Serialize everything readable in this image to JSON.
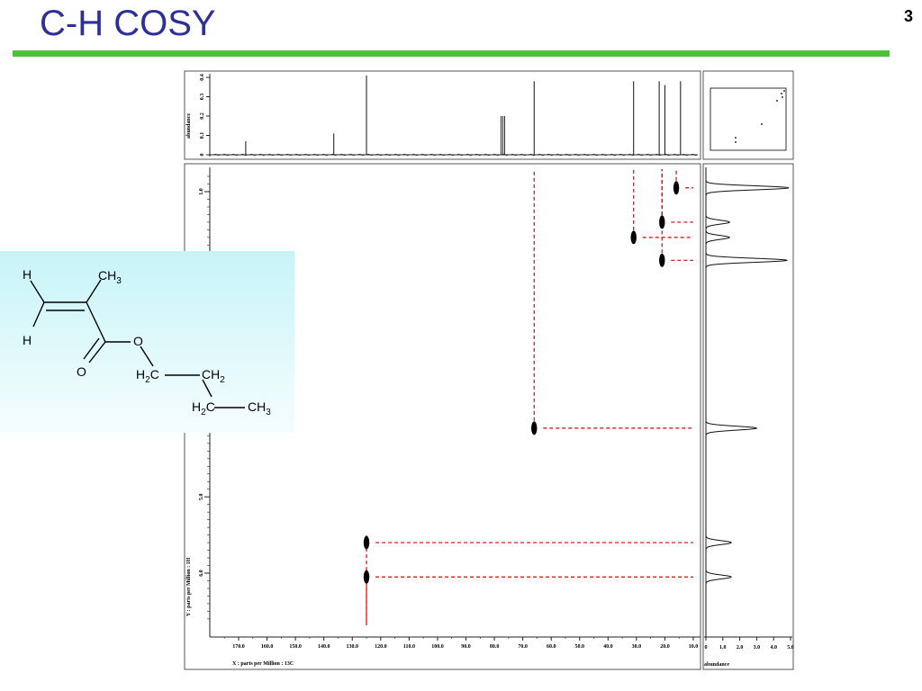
{
  "slide": {
    "title": "C-H COSY",
    "number": "3"
  },
  "colors": {
    "title": "#2f2f99",
    "rule": "#4cc23a",
    "guide": "#e00000",
    "panel": "#c7f4f8"
  },
  "top_projection": {
    "ylabel": "abundance",
    "ticks": [
      "0",
      "0.1",
      "0.2",
      "0.3",
      "0.4"
    ],
    "ylim": [
      0,
      0.4
    ]
  },
  "right_projection": {
    "xlabel": "abundance",
    "ticks": [
      "0",
      "1.0",
      "2.0",
      "3.0",
      "4.0",
      "5.0"
    ],
    "xlim": [
      0,
      5
    ]
  },
  "main_plot": {
    "xlabel": "X : parts per Million : 13C",
    "ylabel": "Y : parts per Million : 1H",
    "xticks": [
      "170.0",
      "160.0",
      "150.0",
      "140.0",
      "130.0",
      "120.0",
      "110.0",
      "100.0",
      "90.0",
      "80.0",
      "70.0",
      "60.0",
      "50.0",
      "40.0",
      "30.0",
      "20.0",
      "10.0"
    ],
    "yticks": [
      "1.0",
      "5.0",
      "6.0"
    ]
  },
  "chart_data": {
    "type": "scatter",
    "x_unit": "13C ppm",
    "y_unit": "1H ppm",
    "xlim": [
      178,
      10
    ],
    "ylim": [
      0.8,
      6.6
    ],
    "cross_peaks": [
      {
        "x": 125.0,
        "y": 5.6
      },
      {
        "x": 125.0,
        "y": 6.05
      },
      {
        "x": 66.0,
        "y": 4.1
      },
      {
        "x": 31.0,
        "y": 1.6
      },
      {
        "x": 21.0,
        "y": 1.9
      },
      {
        "x": 21.0,
        "y": 1.4
      },
      {
        "x": 16.0,
        "y": 0.95
      }
    ],
    "carbon_spectrum": [
      {
        "x": 167.5,
        "intensity": 0.07
      },
      {
        "x": 136.5,
        "intensity": 0.11
      },
      {
        "x": 125.0,
        "intensity": 0.41
      },
      {
        "x": 77.0,
        "intensity": 0.2
      },
      {
        "x": 66.0,
        "intensity": 0.38
      },
      {
        "x": 31.0,
        "intensity": 0.38
      },
      {
        "x": 22.0,
        "intensity": 0.38
      },
      {
        "x": 20.0,
        "intensity": 0.36
      },
      {
        "x": 14.5,
        "intensity": 0.38
      }
    ],
    "proton_spectrum": [
      {
        "y": 0.95,
        "intensity": 4.9
      },
      {
        "y": 1.4,
        "intensity": 1.4
      },
      {
        "y": 1.6,
        "intensity": 1.4
      },
      {
        "y": 1.9,
        "intensity": 4.8
      },
      {
        "y": 4.1,
        "intensity": 3.0
      },
      {
        "y": 5.6,
        "intensity": 1.5
      },
      {
        "y": 6.05,
        "intensity": 1.5
      }
    ]
  },
  "molecule": {
    "atoms": {
      "h1": "H",
      "h2": "H",
      "ch3_a": "CH",
      "ch3_a_sub": "3",
      "o_carbonyl": "O",
      "o_ester": "O",
      "h2c_1": "H",
      "h2c_1_sub": "2",
      "h2c_1_c": "C",
      "ch2": "CH",
      "ch2_sub": "2",
      "h2c_2": "H",
      "h2c_2_sub": "2",
      "h2c_2_c": "C",
      "ch3_b": "CH",
      "ch3_b_sub": "3"
    }
  }
}
